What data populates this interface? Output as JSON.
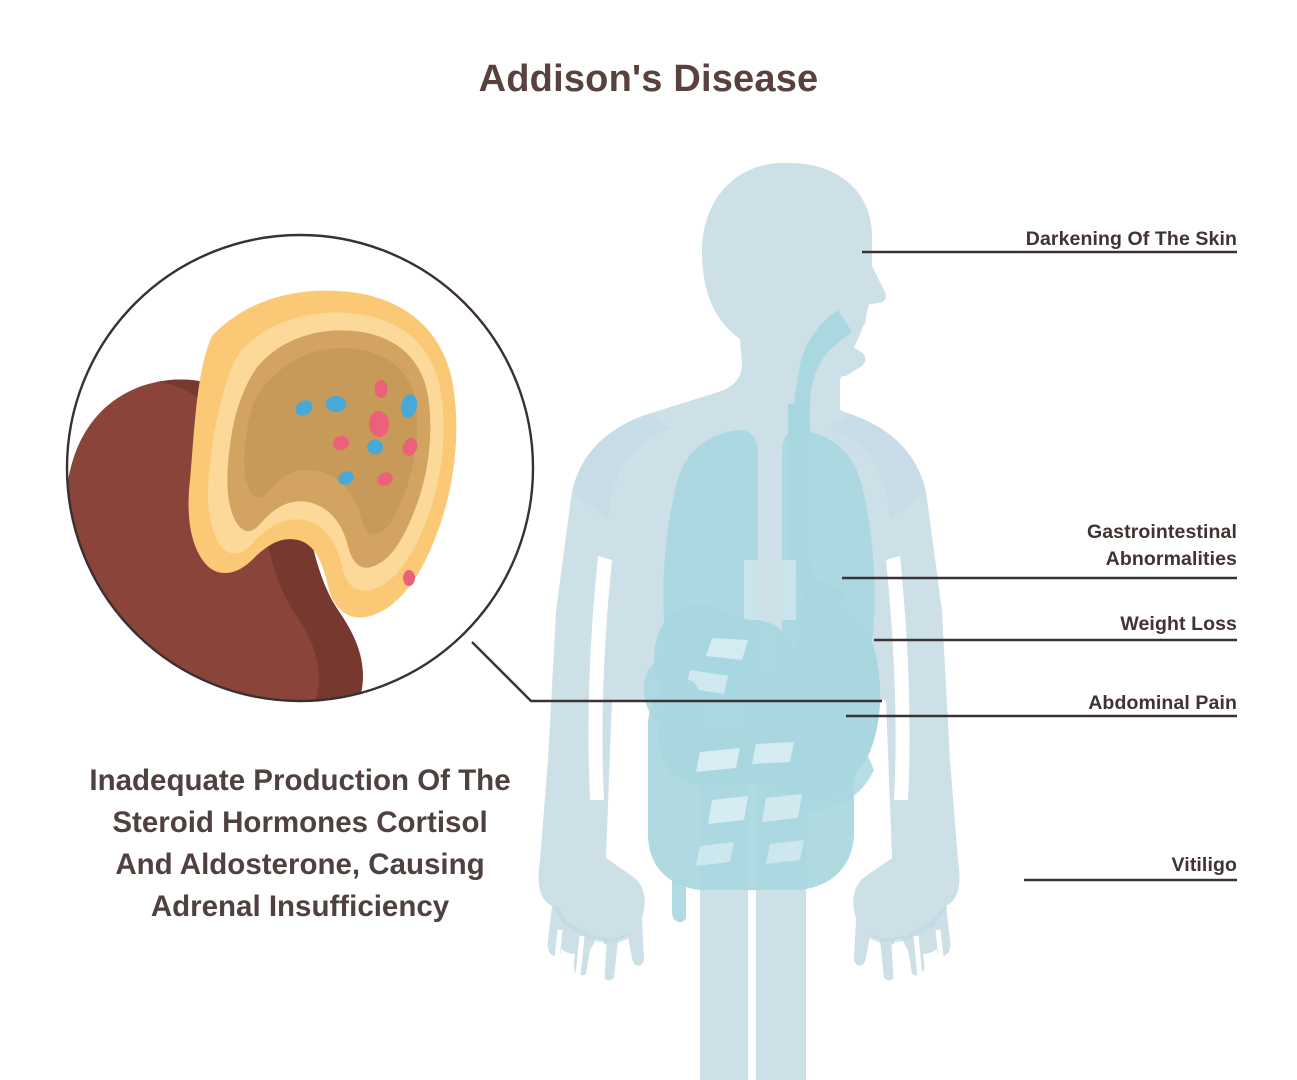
{
  "page": {
    "title": "Addison's Disease",
    "background_color": "#ffffff"
  },
  "caption": {
    "lines": [
      "Inadequate Production Of The",
      "Steroid Hormones Cortisol",
      "And Aldosterone, Causing",
      "Adrenal Insufficiency"
    ]
  },
  "labels": [
    {
      "id": "darkening-of-the-skin",
      "lines": [
        "Darkening Of The Skin"
      ]
    },
    {
      "id": "gastrointestinal-abnormalities",
      "lines": [
        "Gastrointestinal",
        "Abnormalities"
      ]
    },
    {
      "id": "weight-loss",
      "lines": [
        "Weight Loss"
      ]
    },
    {
      "id": "abdominal-pain",
      "lines": [
        "Abdominal Pain"
      ]
    },
    {
      "id": "vitiligo",
      "lines": [
        "Vitiligo"
      ]
    }
  ],
  "illustration": {
    "magnifier_label": "adrenal-gland-magnifier",
    "body_label": "human-body-silhouette",
    "organs": [
      "lungs",
      "esophagus",
      "stomach",
      "small-intestine",
      "large-intestine",
      "kidney",
      "adrenal-gland"
    ]
  },
  "colors": {
    "title_text": "#59413d",
    "caption_text": "#4f413f",
    "label_text": "#413331",
    "leader_line": "#3c3236",
    "circle_outline": "#3a2f33",
    "kidney": "#8b4439",
    "kidney_shadow": "#77382f",
    "adrenal_cortex": "#fbc976",
    "adrenal_cortex_light": "#fcd998",
    "adrenal_medulla": "#d2a361",
    "adrenal_medulla_dark": "#c2924f",
    "cell_pink": "#ec6079",
    "cell_blue": "#48a8d6",
    "body_silhouette": "#cde0e8",
    "body_silhouette_deep": "#c2d9e3",
    "organ_teal": "#a8d7e0",
    "organ_teal_soft": "#b6dee5"
  }
}
